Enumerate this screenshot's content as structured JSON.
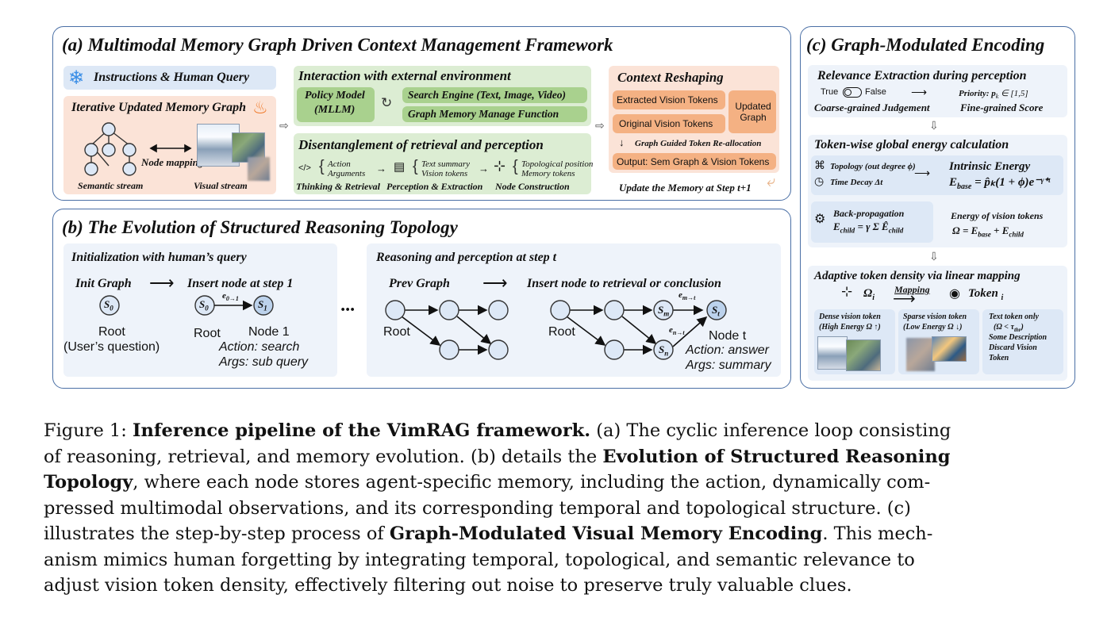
{
  "panel_a": {
    "title": "(a) Multimodal Memory Graph Driven Context Management Framework",
    "instructions": "Instructions & Human Query",
    "memory_graph": "Iterative Updated Memory Graph",
    "node_mapping": "Node mapping",
    "semantic_stream": "Semantic stream",
    "visual_stream": "Visual stream",
    "interaction_title": "Interaction with external environment",
    "policy_model": "Policy Model",
    "policy_model_sub": "(MLLM)",
    "search_engine": "Search Engine (Text, Image, Video)",
    "graph_memory": "Graph Memory Manage Function",
    "disentangle_title": "Disentanglement of retrieval and perception",
    "action": "Action",
    "arguments": "Arguments",
    "text_summary": "Text summary",
    "vision_tokens": "Vision tokens",
    "topo_position": "Topological position",
    "memory_tokens": "Memory tokens",
    "thinking": "Thinking & Retrieval",
    "perception": "Perception & Extraction",
    "node_construction": "Node Construction",
    "context_title": "Context Reshaping",
    "extracted": "Extracted Vision Tokens",
    "original": "Original Vision Tokens",
    "updated_graph": "Updated Graph",
    "guided": "Graph Guided Token Re-allocation",
    "output": "Output: Sem Graph & Vision Tokens",
    "update_memory": "Update the Memory at Step t+1"
  },
  "panel_b": {
    "title": "(b) The Evolution of Structured Reasoning Topology",
    "init_title": "Initialization with human’s query",
    "init_graph": "Init Graph",
    "insert_step1": "Insert node at step 1",
    "root_label": "Root",
    "users_question": "(User’s question)",
    "node1": "Node 1",
    "action_search": "Action: search",
    "args_subquery": "Args: sub query",
    "ellipsis": "...",
    "reason_title": "Reasoning and perception at step t",
    "prev_graph": "Prev Graph",
    "insert_retrieval": "Insert node to retrieval or conclusion",
    "node_t": "Node t",
    "action_answer": "Action: answer",
    "args_summary": "Args: summary",
    "s0": "S",
    "s0_sub": "0",
    "s1": "S",
    "s1_sub": "1",
    "e01": "e",
    "e01_sub": "0→1",
    "sm_sub": "m",
    "sn_sub": "n",
    "st_sub": "t",
    "emt_sub": "m→t",
    "ent_sub": "n→t"
  },
  "panel_c": {
    "title": "(c) Graph-Modulated Encoding",
    "relevance_title": "Relevance Extraction during perception",
    "true_label": "True",
    "false_label": "False",
    "priority": "Priority: p",
    "priority_range": "∈ [1,5]",
    "coarse": "Coarse-grained Judgement",
    "fine": "Fine-grained Score",
    "token_title": "Token-wise global energy calculation",
    "topology": "Topology (out degree ϕ)",
    "time_decay": "Time Decay Δt",
    "intrinsic": "Intrinsic Energy",
    "ebase_formula": "= p̂ₖ(1 + ϕ)e⁻ᵞᐩᵗ",
    "back_prop": "Back-propagation",
    "echild_formula": "= γ Σ Ê",
    "energy_vision": "Energy of vision tokens",
    "omega_formula": "Ω = E",
    "adaptive_title": "Adaptive token density via linear mapping",
    "omega_i": "Ω",
    "mapping": "Mapping",
    "token_i": "Token",
    "dense_title": "Dense vision token",
    "dense_sub": "(High Energy Ω ↑)",
    "sparse_title": "Sparse vision token",
    "sparse_sub": "(Low Energy Ω ↓)",
    "text_only": "Text token only",
    "text_only_cond": "(Ω < τ",
    "some_desc": "Some Description",
    "discard": "Discard Vision",
    "token_word": "Token"
  },
  "caption": {
    "fig": "Figure 1: ",
    "bold_title": "Inference pipeline of the VimRAG framework.",
    "l1_rest": " (a) The cyclic inference loop consisting",
    "l2_a": "of reasoning, retrieval, and memory evolution. (b) details the ",
    "l2_bold": "Evolution of Structured Reasoning",
    "l3_bold": "Topology",
    "l3_rest": ", where each node stores agent-specific memory, including the action, dynamically com-",
    "l4": "pressed multimodal observations, and its corresponding temporal and topological structure. (c)",
    "l5_a": "illustrates the step-by-step process of ",
    "l5_bold": "Graph-Modulated Visual Memory Encoding",
    "l5_rest": ". This mech-",
    "l6": "anism mimics human forgetting by integrating temporal, topological, and semantic relevance to",
    "l7": "adjust vision token density, effectively filtering out noise to preserve truly valuable clues."
  }
}
